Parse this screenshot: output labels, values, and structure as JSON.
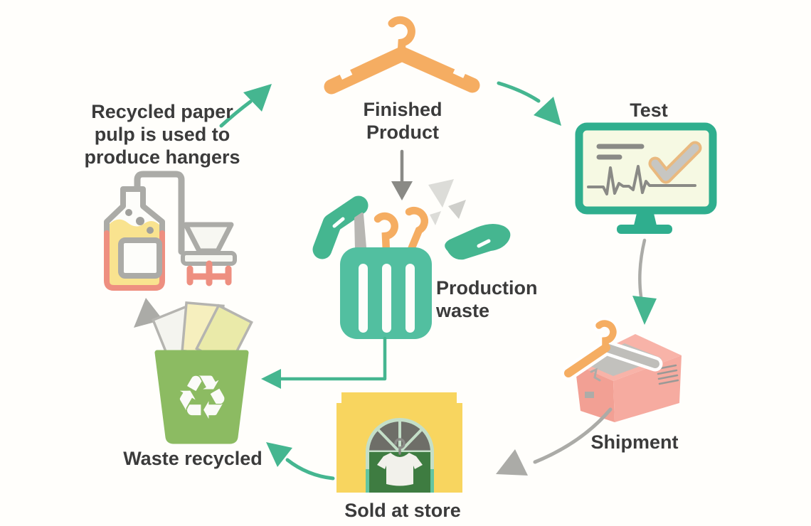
{
  "diagram": {
    "type": "cycle-infographic",
    "subject": "Recycled paper hanger production and recycling cycle"
  },
  "labels": {
    "recycled_pulp": "Recycled paper\npulp is used to\nproduce hangers",
    "finished_product": "Finished\nProduct",
    "test": "Test",
    "production_waste": "Production\nwaste",
    "shipment": "Shipment",
    "sold_at_store": "Sold at store",
    "waste_recycled": "Waste recycled"
  },
  "symbols": {
    "recycle": "♻"
  },
  "icons": [
    "hanger-icon",
    "test-monitor-icon",
    "checkmark-icon",
    "heartbeat-line-icon",
    "shipment-box-icon",
    "store-icon",
    "tshirt-icon",
    "recycle-bin-icon",
    "paper-sheets-icon",
    "pulp-machine-icon",
    "production-waste-bin-icon",
    "hand-icon"
  ],
  "colors": {
    "background": "#FFFEFB",
    "text": "#3B3B3B",
    "orange": "#F5AD62",
    "teal": "#45B690",
    "teal_dark": "#2FAE8E",
    "can_teal": "#52BFA0",
    "pink": "#F6ABA0",
    "pink_light": "#F8B3A8",
    "pink_dark": "#F2A094",
    "yellow": "#F8D55F",
    "store_green": "#3E7C41",
    "bin_green": "#8CBB62",
    "gray": "#ABABA7",
    "gray_dark": "#8A8A86",
    "gray_light": "#D8D8D4",
    "salmon": "#EE8F80",
    "screen": "#F6F9E3",
    "liquid_yellow": "#F8DC74"
  }
}
